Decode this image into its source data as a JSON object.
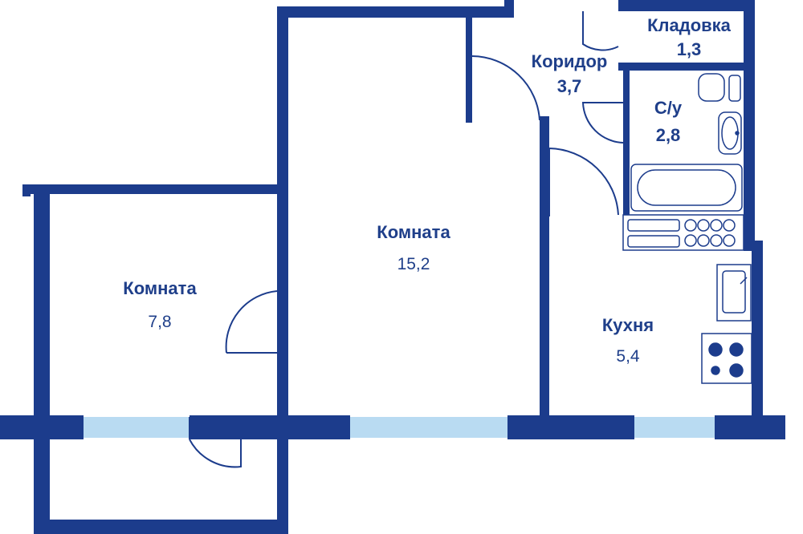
{
  "colors": {
    "wall": "#1c3c8c",
    "window": "#b9dbf2",
    "line": "#1c3c8c",
    "text": "#1f3f8a"
  },
  "rooms": [
    {
      "name": "Кладовка",
      "area": "1,3"
    },
    {
      "name": "Коридор",
      "area": "3,7"
    },
    {
      "name": "С/у",
      "area": "2,8"
    },
    {
      "name": "Комната",
      "area": "15,2"
    },
    {
      "name": "Комната",
      "area": "7,8"
    },
    {
      "name": "Кухня",
      "area": "5,4"
    }
  ],
  "fixtures": [
    "toilet-icon",
    "sink-icon",
    "bathtub-icon",
    "kitchen-counter-icon",
    "kitchen-sink-icon",
    "stove-icon"
  ]
}
